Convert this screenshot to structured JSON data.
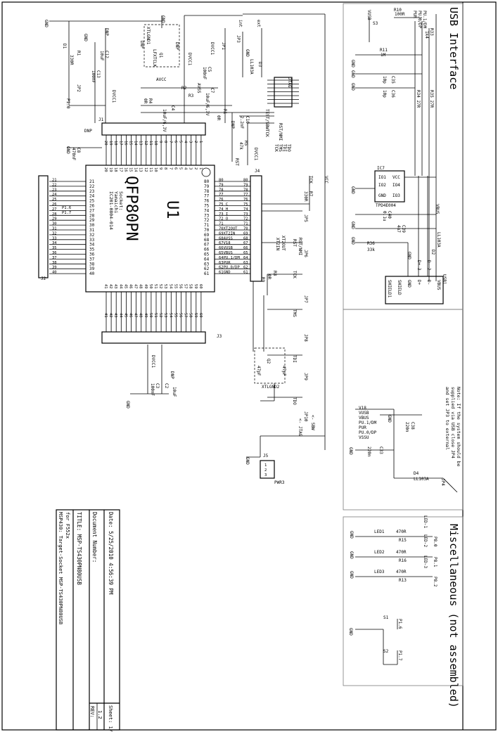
{
  "headers": {
    "usb": "USB Interface",
    "misc": "Miscellaneous (not assembled)"
  },
  "note": [
    "Note: If the system should be",
    "supplied via USB close JP4",
    "and set JP3 to external"
  ],
  "title_block": {
    "line1": "MSP430: Target-Socket MSP-TS430PN80USB",
    "line2": "for F552x",
    "title": "TITLE: MSP-TS430PN80USB",
    "document": "Document Number:",
    "rev_label": "REV:",
    "rev": "1.2",
    "date": "Date: 5/25/2010 4:56:39 PM",
    "sheet": "Sheet: 1/1"
  },
  "u1": {
    "ref": "U1",
    "package": "QFP80PN",
    "socket": [
      "Socket:",
      "Yamaichi",
      "IC201-0804-014"
    ],
    "pins_left": [
      "21",
      "22",
      "23",
      "24",
      "25",
      "26",
      "27",
      "28",
      "29",
      "30",
      "31",
      "32",
      "33",
      "34",
      "35",
      "36",
      "37",
      "38",
      "39",
      "40"
    ],
    "pins_top": [
      "20",
      "19",
      "18",
      "17",
      "16",
      "15",
      "14",
      "13",
      "12",
      "11",
      "10",
      "9",
      "8",
      "7",
      "6",
      "5",
      "4",
      "3",
      "2",
      "1"
    ],
    "pins_bottom": [
      "41",
      "42",
      "43",
      "44",
      "45",
      "46",
      "47",
      "48",
      "49",
      "50",
      "51",
      "52",
      "53",
      "54",
      "55",
      "56",
      "57",
      "58",
      "59",
      "60"
    ],
    "pins_right": [
      "80",
      "79",
      "78",
      "77",
      "76",
      "75",
      "74",
      "73",
      "72",
      "71",
      "70",
      "69",
      "68",
      "67",
      "66",
      "65",
      "64",
      "63",
      "62",
      "61"
    ],
    "right_nets": [
      "80",
      "79",
      "78",
      "77",
      "76",
      "75 C",
      "74 H",
      "73 I",
      "72 O",
      "71",
      "70XT2OUT",
      "69XT2IN",
      "68AVSS",
      "67V18",
      "66VUSB",
      "65VBUS",
      "64PU.1/DM",
      "63PUR",
      "62PU.0/DP",
      "61GND"
    ]
  },
  "j2_nets": {
    "p16": "P1.6",
    "p17": "P1.7"
  },
  "j5_pins": [
    "1",
    "2",
    "3"
  ],
  "labels": [
    "GND",
    "D1",
    "R1",
    "330R",
    "JP2",
    "P1.0",
    "DNP",
    "GND",
    "C12",
    "10uF",
    "C13",
    "100nF",
    "DVCC1",
    "GND",
    "XTLGND1",
    "LFXTCLK",
    "Q1",
    "DNP",
    "DNP",
    "DVCC1",
    "AVCC",
    "R2",
    "R3",
    "C5",
    "100nF",
    "C7",
    "10uF/6,3V",
    "AVSS",
    "C4",
    "10uF/6,3V",
    "R4",
    "0R",
    "JP1",
    "JP3",
    "ext",
    "int",
    "LL103A",
    "D3",
    "GND",
    "DVCC1",
    "JTAG",
    "R1",
    "0R",
    "C10",
    "2.2nF",
    "DNP",
    "TEST/SBWTCK",
    "RST/NMI",
    "TCK",
    "TMS",
    "TDI",
    "TDO",
    "R5",
    "47k",
    "DVCC1",
    "RST",
    "J1",
    "DNP",
    "C8",
    "470nF",
    "GND",
    "J2",
    "J3",
    "J4",
    "VCC",
    "TCK",
    "R7",
    "330R",
    "JP5",
    "RST",
    "RST/NMI",
    "JP6",
    "TCK",
    "JP7",
    "TMS",
    "JP8",
    "TDI",
    "JP9",
    "TDO",
    "JP10",
    "<- SBW",
    "<- JTAG",
    "XT2OUT",
    "XT2IN",
    "R8",
    "0R",
    "R9",
    "XTLGND2",
    "Q2",
    "47pF",
    "47pF",
    "DVCC1",
    "C3",
    "100nF",
    "DNP",
    "C2",
    "10uF",
    "GND",
    "J5",
    "PWR3",
    "GND",
    "VUSB",
    "S3",
    "R10",
    "100R",
    "PUR",
    "PU.0/DP",
    "PU.1/DM",
    "R33",
    "1k4",
    "R11",
    "1M",
    "GND",
    "GND",
    "GND",
    "C35",
    "10p",
    "C36",
    "10p",
    "R34 27R",
    "R35 27R",
    "IC7",
    "IO1",
    "VCC",
    "IO2",
    "IO4",
    "GND",
    "IO3",
    "TPD4E004",
    "GND",
    "C40",
    "0.1u",
    "GND",
    "C39",
    "4u7",
    "GND",
    "R36",
    "33k",
    "GND",
    "D+ 3",
    "D- 2",
    "VBUS",
    "LL103A",
    "D2",
    "USB1",
    "SHIELD1",
    "SHIELD",
    "GND",
    "D+",
    "D-",
    "VBUS",
    "V18",
    "VUSB",
    "VBUS",
    "PU.1/DM",
    "PUR",
    "PU.0/DP",
    "VSSU",
    "GND",
    "C38",
    "220n",
    "GND",
    "C33",
    "220n",
    "D4",
    "LL103A",
    "JP4",
    "GND",
    "LED1",
    "470R",
    "R15",
    "LED-1",
    "P8.0",
    "GND",
    "LED2",
    "470R",
    "R16",
    "LED-2",
    "P8.1",
    "GND",
    "LED3",
    "470R",
    "R13",
    "LED-3",
    "P8.2",
    "S1",
    "P1.6",
    "S2",
    "P1.7",
    "GND"
  ]
}
